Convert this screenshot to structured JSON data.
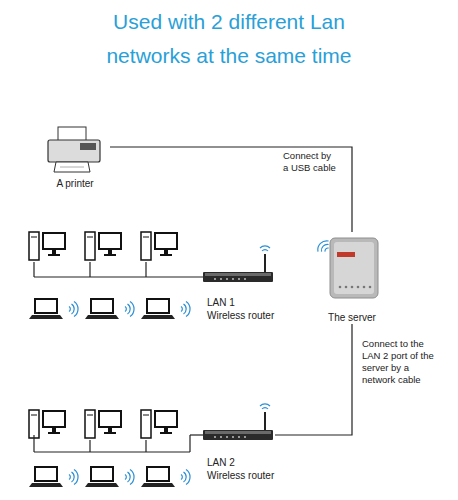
{
  "diagram": {
    "title": "Used with 2 different Lan networks at the same time",
    "nodes": [
      {
        "text": [
          "A printer"
        ]
      },
      {
        "text": [
          "The server"
        ]
      },
      {
        "text": [
          "LAN 1",
          "Wireless router"
        ]
      },
      {
        "text": [
          "LAN 2",
          "Wireless router"
        ]
      }
    ],
    "edges": [
      {
        "from": 0,
        "to": 1,
        "arrow": "none",
        "label": "Connect by a USB cable"
      },
      {
        "from": 1,
        "to": 3,
        "arrow": "none",
        "label": "Connect to the LAN 2 port of the server by a network cable"
      }
    ]
  }
}
